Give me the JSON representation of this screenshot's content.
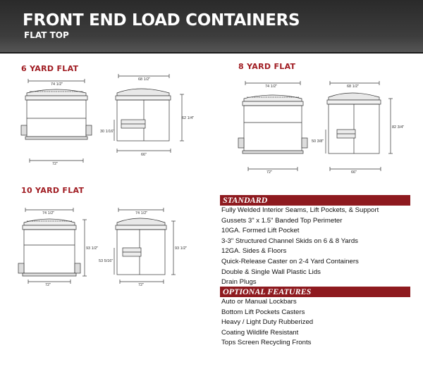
{
  "header": {
    "title": "FRONT END LOAD CONTAINERS",
    "subtitle": "FLAT TOP"
  },
  "models": [
    {
      "title": "6 YARD FLAT",
      "front_width": "74 1/2\"",
      "base_width": "72\"",
      "side_depth": "68 1/2\"",
      "side_base": "66\"",
      "pocket_height": "30 1/16\"",
      "overall_height": "62 1/4\""
    },
    {
      "title": "8 YARD FLAT",
      "front_width": "74 1/2\"",
      "base_width": "72\"",
      "side_depth": "68 1/2\"",
      "side_base": "66\"",
      "pocket_height": "50 3/8\"",
      "overall_height": "82 3/4\""
    },
    {
      "title": "10 YARD FLAT",
      "front_width": "74 1/2\"",
      "base_width": "72\"",
      "front_height": "93 1/2\"",
      "side_depth": "74 1/2\"",
      "side_base": "72\"",
      "pocket_height": "53 5/16\"",
      "overall_height": "93 1/2\""
    }
  ],
  "standard": {
    "heading": "STANDARD",
    "items": [
      "Fully Welded Interior Seams, Lift Pockets, & Support",
      "Gussets 3\" x 1.5\" Banded Top Perimeter",
      "10GA. Formed Lift Pocket",
      "3-3\" Structured Channel Skids on 6 & 8 Yards",
      "12GA. Sides & Floors",
      "Quick-Release Caster on 2-4 Yard Containers",
      "Double & Single Wall Plastic Lids",
      "Drain Plugs"
    ]
  },
  "optional": {
    "heading": "OPTIONAL FEATURES",
    "items": [
      "Auto or Manual Lockbars",
      "Bottom Lift Pockets Casters",
      "Heavy / Light Duty Rubberized",
      "Coating Wildlife Resistant",
      "Tops Screen Recycling Fronts"
    ]
  }
}
